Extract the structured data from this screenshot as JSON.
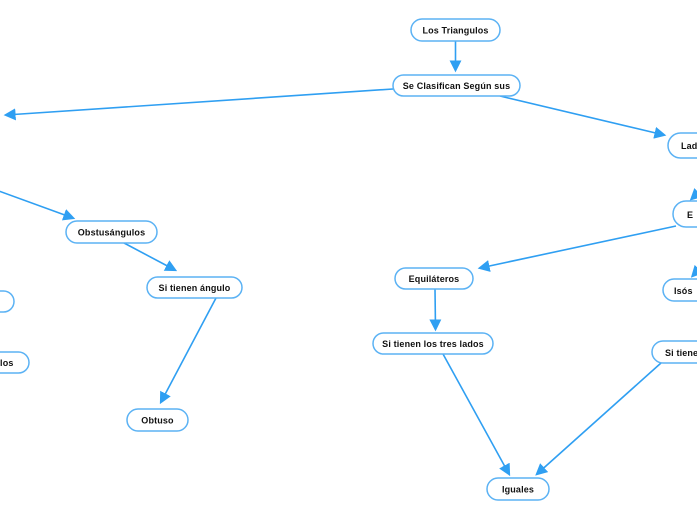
{
  "app": {
    "type": "concept-map",
    "topic": "Los Triangulos",
    "background": "#ffffff"
  },
  "colors": {
    "node_border": "#5bb2f4",
    "node_fill": "#ffffff",
    "edge": "#2f9ff2",
    "text": "#111111"
  },
  "nodes": [
    {
      "id": "los-triangulos",
      "label": "Los Triangulos"
    },
    {
      "id": "se-clasifican",
      "label": "Se Clasifican Según sus"
    },
    {
      "id": "lados",
      "label": "Lad",
      "clipped": "right"
    },
    {
      "id": "escaleno",
      "label": "E",
      "clipped": "right"
    },
    {
      "id": "isosceles",
      "label": "Isós",
      "clipped": "right"
    },
    {
      "id": "si-tienen-right",
      "label": "Si tiene",
      "clipped": "right"
    },
    {
      "id": "equilateros",
      "label": "Equiláteros"
    },
    {
      "id": "si-tienen-los-tres-lados",
      "label": "Si tienen los tres lados"
    },
    {
      "id": "iguales",
      "label": "Iguales"
    },
    {
      "id": "obstusangulos",
      "label": "Obstusángulos"
    },
    {
      "id": "si-tienen-angulo",
      "label": "Si tienen ángulo"
    },
    {
      "id": "obtuso",
      "label": "Obtuso"
    },
    {
      "id": "left-partial-top",
      "label": "",
      "clipped": "left"
    },
    {
      "id": "left-partial-bottom",
      "label": "llos",
      "clipped": "left"
    }
  ],
  "edges": [
    {
      "from": "los-triangulos",
      "to": "se-clasifican"
    },
    {
      "from": "se-clasifican",
      "to": "offscreen-left"
    },
    {
      "from": "se-clasifican",
      "to": "lados"
    },
    {
      "from": "offscreen-right",
      "to": "escaleno"
    },
    {
      "from": "escaleno",
      "to": "equilateros"
    },
    {
      "from": "offscreen-right",
      "to": "isosceles"
    },
    {
      "from": "equilateros",
      "to": "si-tienen-los-tres-lados"
    },
    {
      "from": "si-tienen-los-tres-lados",
      "to": "iguales"
    },
    {
      "from": "si-tienen-right",
      "to": "iguales"
    },
    {
      "from": "offscreen-left",
      "to": "obstusangulos"
    },
    {
      "from": "obstusangulos",
      "to": "si-tienen-angulo"
    },
    {
      "from": "si-tienen-angulo",
      "to": "obtuso"
    }
  ]
}
